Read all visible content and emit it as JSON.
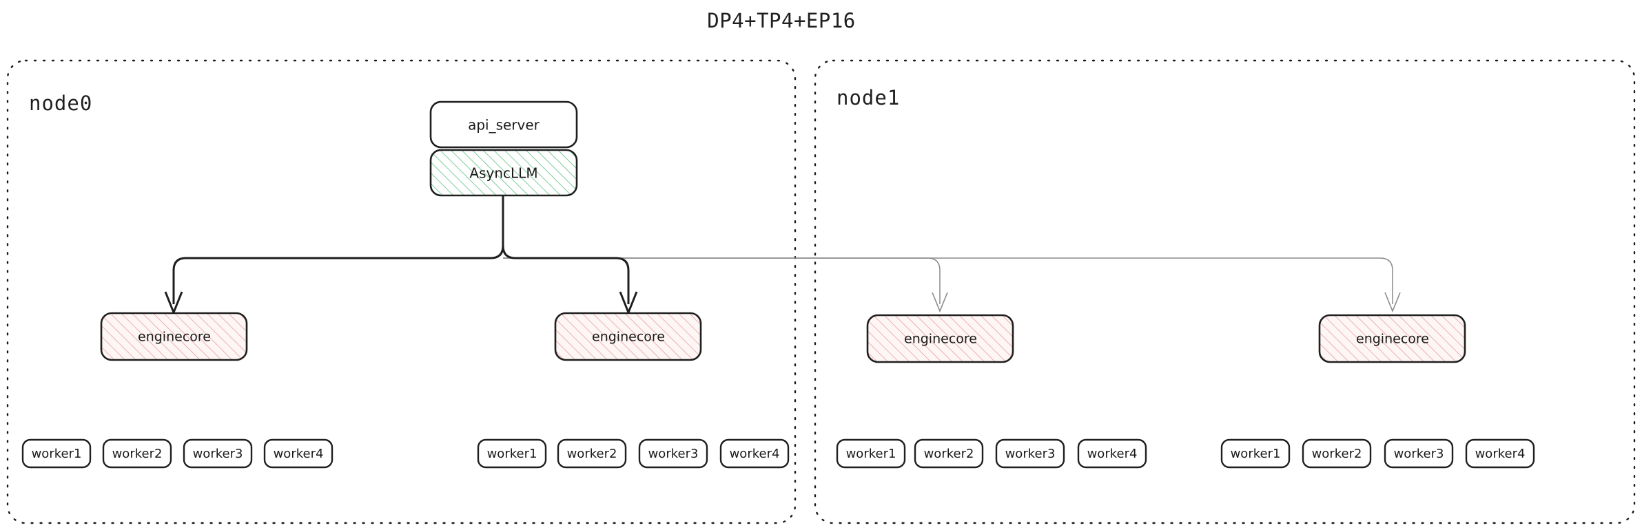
{
  "diagram": {
    "title": "DP4+TP4+EP16",
    "type": "architecture-block-diagram",
    "colors": {
      "stroke": "#1f1f1f",
      "frame": "#1a1a1a",
      "hatch_green": "#5fbf7f",
      "hatch_red": "#e8a0a0",
      "edge_strong": "#1f1f1f",
      "edge_weak": "#8a8a8a",
      "background": "#ffffff"
    },
    "nodes": [
      {
        "id": "node0",
        "label": "node0",
        "api_server": {
          "label": "api_server"
        },
        "async_llm": {
          "label": "AsyncLLM"
        },
        "enginecores": [
          {
            "label": "enginecore",
            "workers": [
              {
                "label": "worker1"
              },
              {
                "label": "worker2"
              },
              {
                "label": "worker3"
              },
              {
                "label": "worker4"
              }
            ]
          },
          {
            "label": "enginecore",
            "workers": [
              {
                "label": "worker1"
              },
              {
                "label": "worker2"
              },
              {
                "label": "worker3"
              },
              {
                "label": "worker4"
              }
            ]
          }
        ]
      },
      {
        "id": "node1",
        "label": "node1",
        "enginecores": [
          {
            "label": "enginecore",
            "workers": [
              {
                "label": "worker1"
              },
              {
                "label": "worker2"
              },
              {
                "label": "worker3"
              },
              {
                "label": "worker4"
              }
            ]
          },
          {
            "label": "enginecore",
            "workers": [
              {
                "label": "worker1"
              },
              {
                "label": "worker2"
              },
              {
                "label": "worker3"
              },
              {
                "label": "worker4"
              }
            ]
          }
        ]
      }
    ]
  }
}
